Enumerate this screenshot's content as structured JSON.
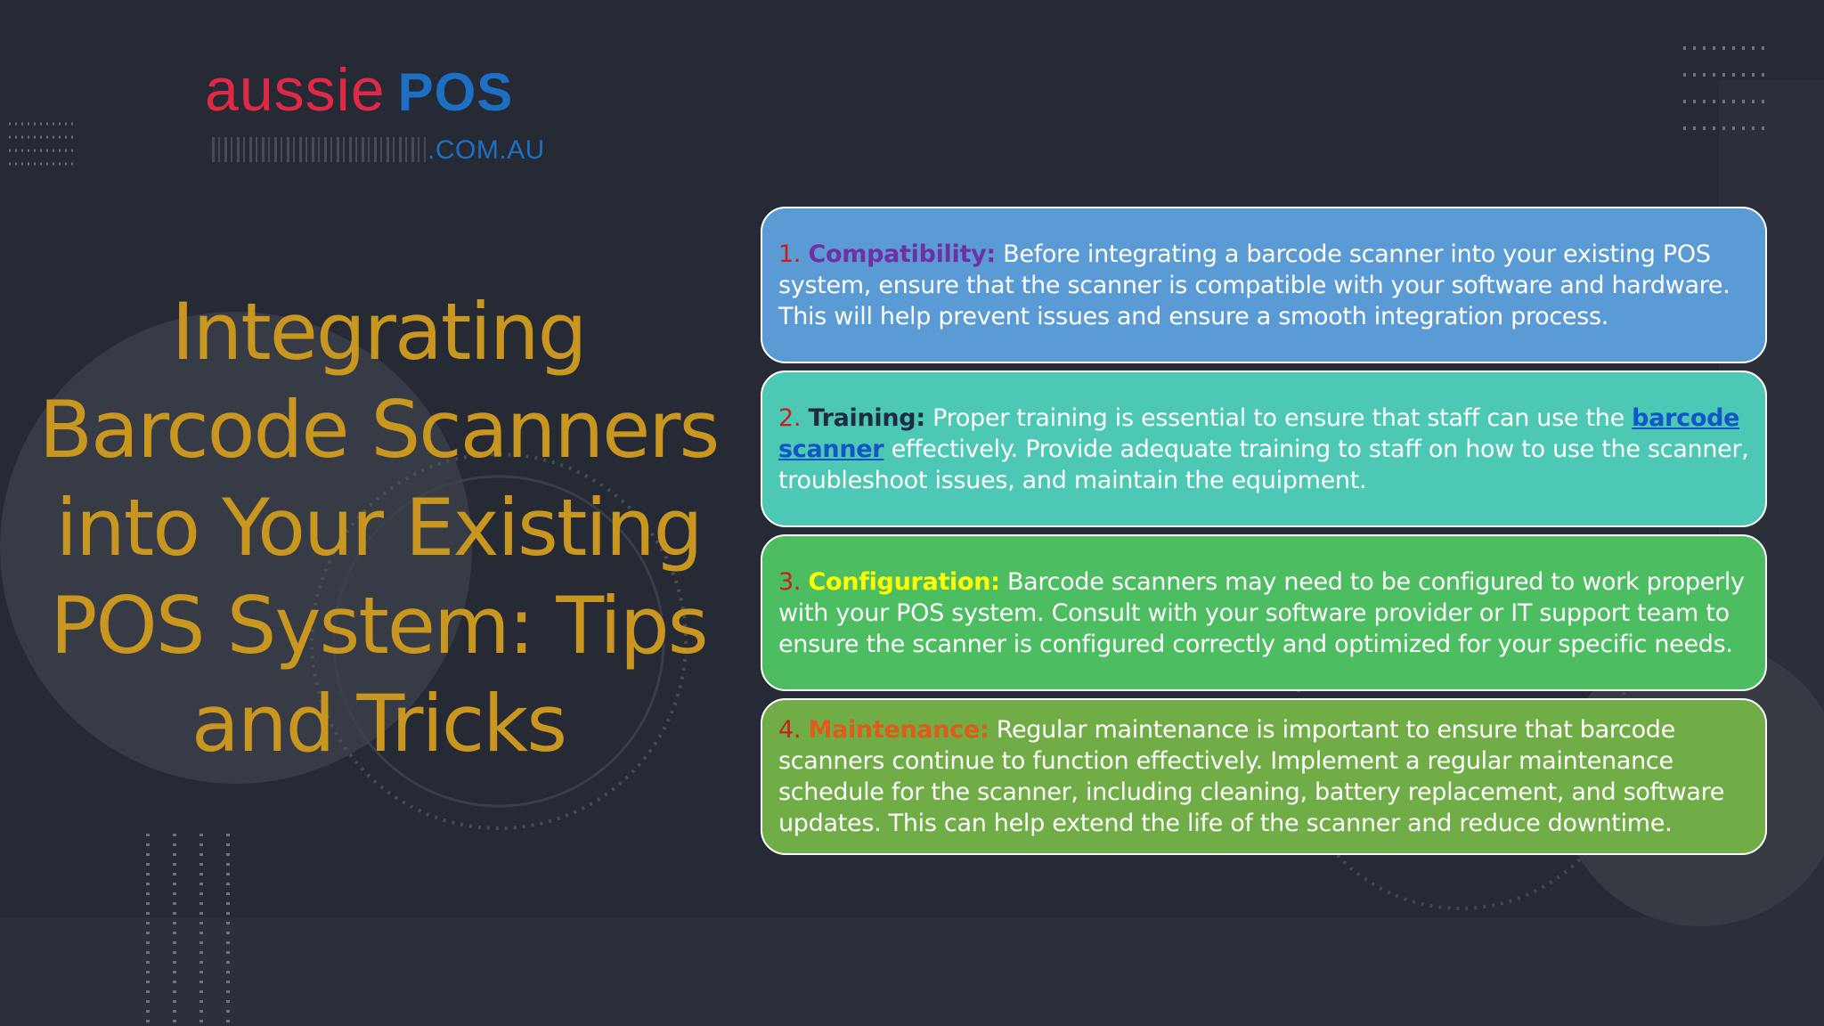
{
  "logo": {
    "word_aussie": "aussie",
    "word_pos": "POS",
    "domain": ".COM.AU"
  },
  "title": {
    "lines": [
      "Integrating",
      "Barcode Scanners",
      "into Your Existing",
      "POS System: Tips",
      "and Tricks"
    ]
  },
  "tips": [
    {
      "number": "1.",
      "heading": "Compatibility:",
      "heading_color": "#7030a0",
      "bg": "#5b9bd5",
      "text": " Before integrating a barcode scanner into your existing POS system, ensure that the scanner is compatible with your software and hardware. This will help prevent issues and ensure a smooth integration process."
    },
    {
      "number": "2.",
      "heading": "Training:",
      "heading_color": "#1f2a44",
      "bg": "#4dc8b4",
      "text_before": " Proper training is essential to ensure that staff can use the ",
      "link": "barcode scanner",
      "text_after": " effectively. Provide adequate training to staff on how to use the scanner, troubleshoot issues, and maintain the equipment."
    },
    {
      "number": "3.",
      "heading": "Configuration:",
      "heading_color": "#ffff00",
      "bg": "#4cbd60",
      "text": " Barcode scanners may need to be configured to work properly with your POS system. Consult with your software provider or IT support team to ensure the scanner is configured correctly and optimized for your specific needs."
    },
    {
      "number": "4.",
      "heading": "Maintenance:",
      "heading_color": "#e05a1a",
      "bg": "#70ad47",
      "text": " Regular maintenance is important to ensure that barcode scanners continue to function effectively. Implement a regular maintenance schedule for the scanner, including cleaning, battery replacement, and software updates. This can help extend the life of the scanner and reduce downtime."
    }
  ],
  "colors": {
    "background": "#252a35",
    "title": "#c9961f",
    "number": "#c81e1e",
    "link": "#1155c8"
  }
}
